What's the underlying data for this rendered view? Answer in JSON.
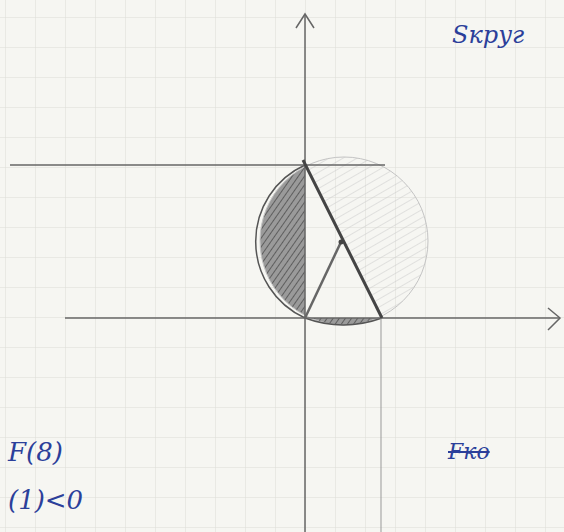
{
  "diagram": {
    "labels": [
      "Sкруг",
      "F(8)",
      "(1)<0",
      "Fко"
    ]
  }
}
